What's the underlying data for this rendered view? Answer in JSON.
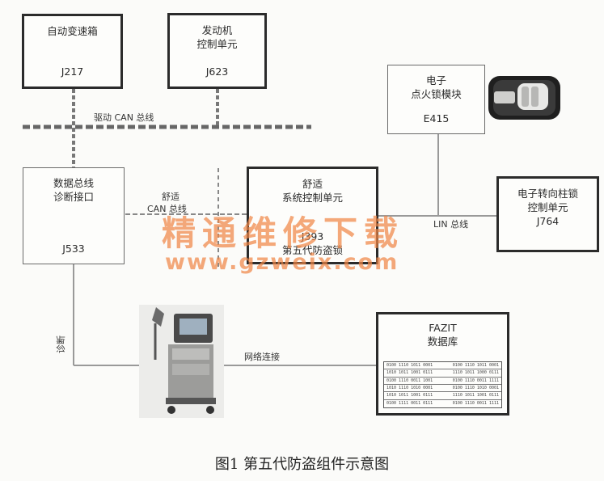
{
  "boxes": {
    "transmission": {
      "name": "自动变速箱",
      "code": "J217"
    },
    "engine": {
      "name_line1": "发动机",
      "name_line2": "控制单元",
      "code": "J623"
    },
    "ignition": {
      "name_line1": "电子",
      "name_line2": "点火锁模块",
      "code": "E415"
    },
    "gateway": {
      "name_line1": "数据总线",
      "name_line2": "诊断接口",
      "code": "J533"
    },
    "comfort": {
      "name_line1": "舒适",
      "name_line2": "系统控制单元",
      "code": "J393",
      "subtitle": "第五代防盗锁"
    },
    "steering_lock": {
      "name_line1": "电子转向柱锁",
      "name_line2": "控制单元",
      "code": "J764"
    },
    "fazit": {
      "name_line1": "FAZIT",
      "name_line2": "数据库",
      "rows": [
        [
          "0100 1110 1011 0001",
          "0100 1110 1011 0001"
        ],
        [
          "1010 1011 1001 0111",
          "1110 1011 1000 0111"
        ],
        [
          "0100 1110 0011 1001",
          "0100 1110 0011 1111"
        ],
        [
          "1010 1110 1010 0001",
          "0100 1110 1010 0001"
        ],
        [
          "1010 1011 1001 0111",
          "1110 1011 1001 0111"
        ],
        [
          "0100 1111 0011 0111",
          "0100 1110 0011 1111"
        ]
      ]
    }
  },
  "labels": {
    "drive_can": "驱动 CAN 总线",
    "comfort_can_line1": "舒适",
    "comfort_can_line2": "CAN 总线",
    "lin_bus": "LIN 总线",
    "network": "网络连接",
    "diagnosis": "诊断"
  },
  "watermark": {
    "line1": "精通维修下载",
    "line2": "www.gzweix.com"
  },
  "caption": "图1   第五代防盗组件示意图"
}
